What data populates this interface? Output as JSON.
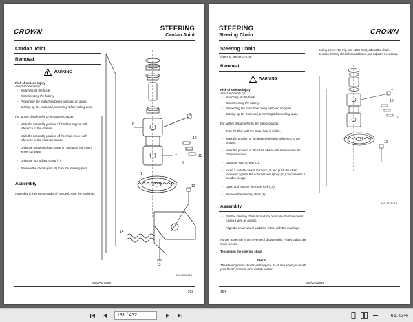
{
  "left_page": {
    "header_title": "STEERING",
    "header_subtitle": "Cardan Joint",
    "logo": "CROWN",
    "section_title": "Cardan Joint",
    "removal_heading": "Removal",
    "warning_label": "WARNING",
    "risk_title": "Risk of serious injury",
    "risk_intro": "Avoid accidents by:",
    "risk_items": [
      "Switching off the truck",
      "Disconnecting the battery",
      "Preventing the truck from being switched on again.",
      "Jacking up the truck and preventing it from rolling away"
    ],
    "risk_outro": "For further details refer to the Safety chapter.",
    "steps": [
      "Mark the assembly position of the tiller support with reference to the chassis.",
      "Mark the assembly position of the chain wheel with reference to the chain tensioner.",
      "Undo the bottom locking screw (7) and push the chain wheel (1) down.",
      "Undo the top locking screw (7).",
      "Remove the cardan joint (6) from the steering pivot."
    ],
    "assembly_heading": "Assembly",
    "assembly_text": "Assembly is the reverse order of removal. Note the markings.",
    "figure_ref": "MS-4223-019",
    "callouts": [
      "7",
      "6",
      "7",
      "1",
      "10",
      "11",
      "8",
      "12",
      "14",
      "13"
    ],
    "footer": "WE/WS 2300",
    "page_number": "163"
  },
  "right_page": {
    "header_title": "STEERING",
    "header_subtitle": "Steering Chain",
    "logo": "CROWN",
    "section_title": "Steering Chain",
    "see_fig": "(see Fig. MS-4223-019)",
    "removal_heading": "Removal",
    "warning_label": "WARNING",
    "risk_title": "Risk of serious injury",
    "risk_intro": "Avoid accidents by:",
    "risk_items": [
      "Switching off the truck",
      "Disconnecting the battery",
      "Preventing the truck from being switched on again",
      "Jacking up the truck and preventing it from rolling away"
    ],
    "risk_outro": "For further details refer to the Safety chapter.",
    "steps": [
      "Turn the tiller until the chain lock is visible.",
      "Mark the position of the drive wheel with reference to the chassis.",
      "Mark the position of the chain wheel with reference to the chain tensioner.",
      "Undo the stop screw (12).",
      "Insert a suitable tool in the bore (2) and push the chain tensioner against the compression spring (11). Secure with a wooden wedge.",
      "Open and remove the chain lock (10).",
      "Remove the steering chain (9)."
    ],
    "assembly_heading": "Assembly",
    "assembly_steps": [
      "Pull the steering chain around the pinion on the drive motor (using a wire as an aid).",
      "Align the chain wheel and drive wheel with the markings."
    ],
    "assembly_text": "Further assembly is the reverse of disassembly. Finally, adjust the chain tension.",
    "tension_heading": "Tensioning the steering chain",
    "note_label": "NOTE",
    "note_text": "The steering chain should yield approx. 3 – 5 mm when you push your thumb onto the front middle section.",
    "right_col_item": "Using screw (12, Fig. MS-4223-019), adjust the chain tension. Finally check forward travel and adjust if necessary.",
    "figure_ref": "MS-4223-019",
    "callouts": [
      "7",
      "10",
      "11",
      "12"
    ],
    "footer": "WE/WS 2300",
    "page_number": "164"
  },
  "toolbar": {
    "page_field": "181 / 432",
    "zoom": "65.42%"
  }
}
